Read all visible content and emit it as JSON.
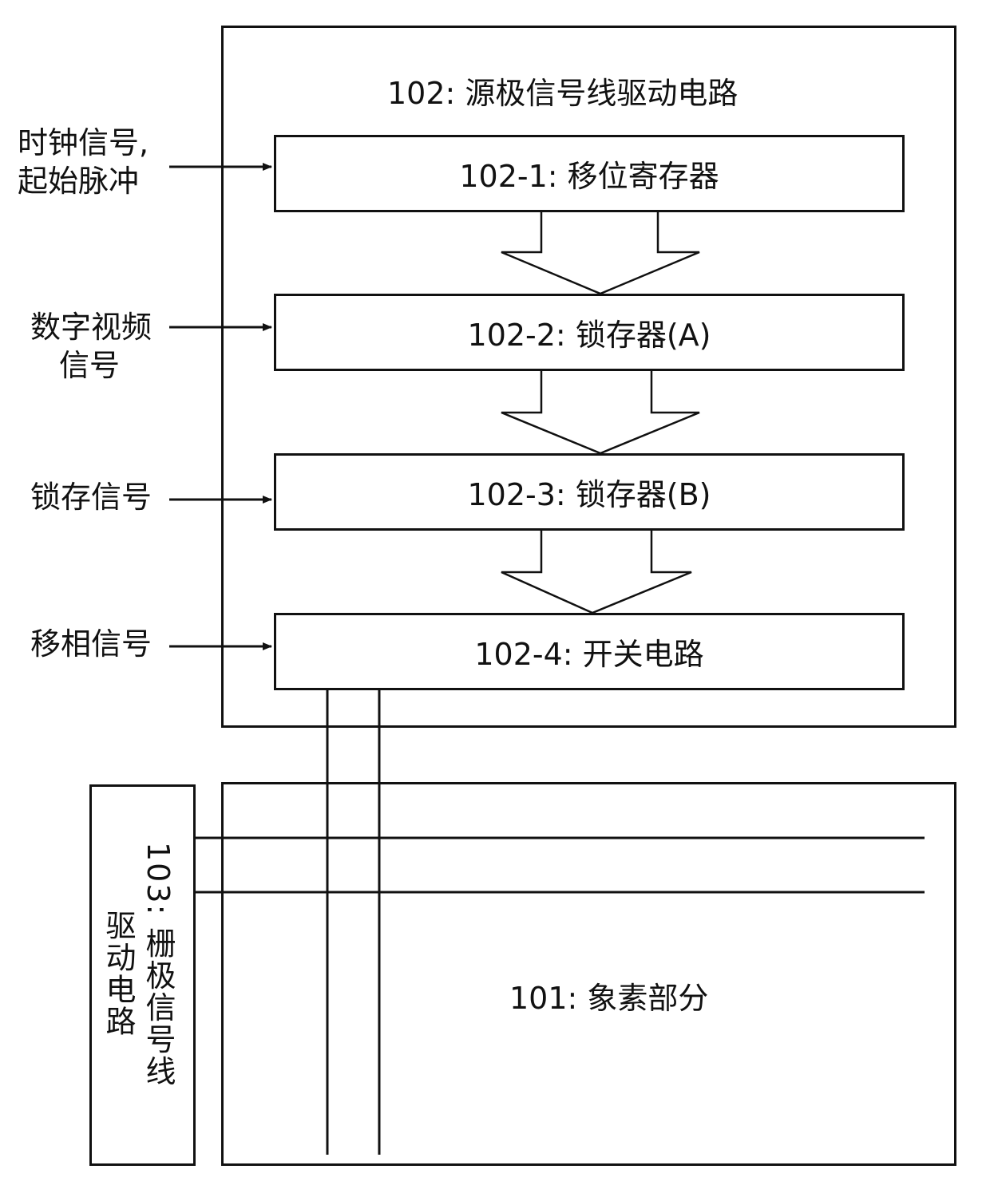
{
  "source_driver": {
    "title": "102: 源极信号线驱动电路"
  },
  "blocks": {
    "shift_register": "102-1: 移位寄存器",
    "latch_a": "102-2: 锁存器(A)",
    "latch_b": "102-3: 锁存器(B)",
    "switch": "102-4: 开关电路"
  },
  "inputs": {
    "clock_line1": "时钟信号,",
    "clock_line2": "起始脉冲",
    "video_line1": "数字视频",
    "video_line2": "信号",
    "latch_signal": "锁存信号",
    "phase_signal": "移相信号"
  },
  "gate_driver": {
    "label_line1": "103: 栅极信号线",
    "label_line2": "驱动电路"
  },
  "pixel": {
    "label": "101: 象素部分"
  }
}
